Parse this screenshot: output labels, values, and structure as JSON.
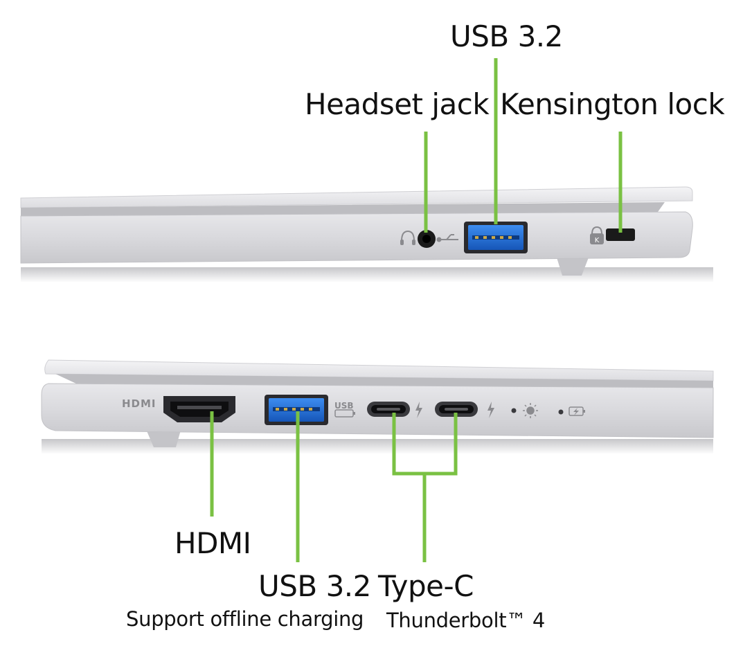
{
  "colors": {
    "callout_line": "#7ac143",
    "chassis": "#d9d9dc",
    "usb_blue": "#1f74d6",
    "port_dark": "#1a1a1a"
  },
  "labels": {
    "usb_top": "USB 3.2",
    "headset": "Headset jack",
    "kensington": "Kensington lock",
    "hdmi": "HDMI",
    "usb_bottom": "USB 3.2",
    "usb_bottom_note": "Support offline charging",
    "typec": "Type-C",
    "typec_note": "Thunderbolt™ 4"
  },
  "silkscreen": {
    "hdmi_logo": "HDMI",
    "usb_logo": "USB"
  }
}
